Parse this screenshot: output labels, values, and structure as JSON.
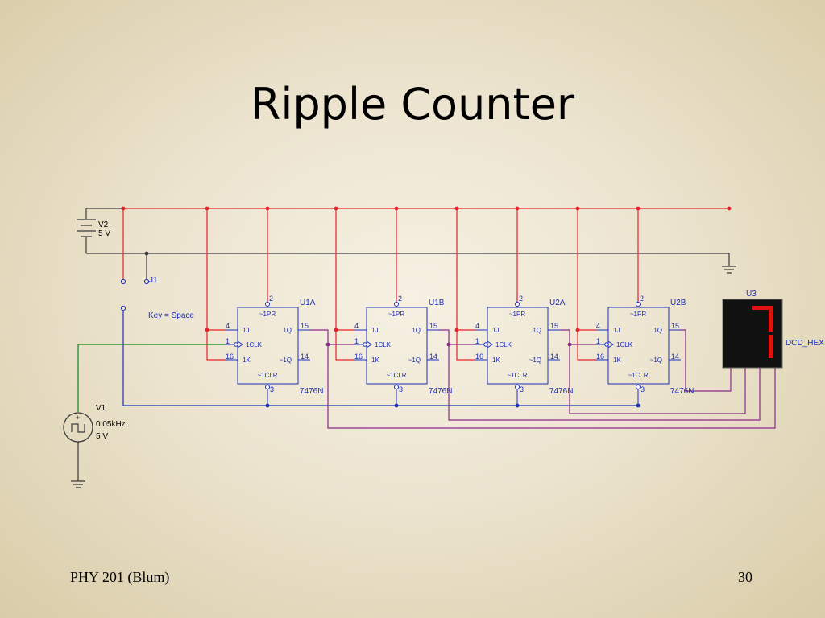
{
  "slide": {
    "title": "Ripple Counter",
    "footer_left": "PHY 201 (Blum)",
    "page_number": "30"
  },
  "colors": {
    "vcc_wire": "#e8222b",
    "ground_wire": "#3b3b3b",
    "clock_wire": "#0a8a1a",
    "output_wire": "#8b2a8b",
    "component_blue": "#1c2fb8",
    "display_segment": "#e01010"
  },
  "circuit": {
    "supply": {
      "ref": "V2",
      "value": "5 V"
    },
    "switch": {
      "ref": "J1",
      "key_label": "Key = Space"
    },
    "clock_source": {
      "ref": "V1",
      "frequency": "0.05kHz",
      "amplitude": "5 V"
    },
    "display": {
      "ref": "U3",
      "part": "DCD_HEX",
      "digit": "7"
    },
    "flipflops": [
      {
        "ref": "U1A",
        "part": "7476N",
        "pin_pr": "2",
        "pin_j": "4",
        "pin_clk": "1",
        "pin_k": "16",
        "pin_q": "15",
        "pin_nq": "14",
        "pin_clr": "3",
        "label_pr": "~1PR",
        "label_j": "1J",
        "label_clk": "1CLK",
        "label_k": "1K",
        "label_q": "1Q",
        "label_nq": "~1Q",
        "label_clr": "~1CLR"
      },
      {
        "ref": "U1B",
        "part": "7476N",
        "pin_pr": "2",
        "pin_j": "4",
        "pin_clk": "1",
        "pin_k": "16",
        "pin_q": "15",
        "pin_nq": "14",
        "pin_clr": "3",
        "label_pr": "~1PR",
        "label_j": "1J",
        "label_clk": "1CLK",
        "label_k": "1K",
        "label_q": "1Q",
        "label_nq": "~1Q",
        "label_clr": "~1CLR"
      },
      {
        "ref": "U2A",
        "part": "7476N",
        "pin_pr": "2",
        "pin_j": "4",
        "pin_clk": "1",
        "pin_k": "16",
        "pin_q": "15",
        "pin_nq": "14",
        "pin_clr": "3",
        "label_pr": "~1PR",
        "label_j": "1J",
        "label_clk": "1CLK",
        "label_k": "1K",
        "label_q": "1Q",
        "label_nq": "~1Q",
        "label_clr": "~1CLR"
      },
      {
        "ref": "U2B",
        "part": "7476N",
        "pin_pr": "2",
        "pin_j": "4",
        "pin_clk": "1",
        "pin_k": "16",
        "pin_q": "15",
        "pin_nq": "14",
        "pin_clr": "3",
        "label_pr": "~1PR",
        "label_j": "1J",
        "label_clk": "1CLK",
        "label_k": "1K",
        "label_q": "1Q",
        "label_nq": "~1Q",
        "label_clr": "~1CLR"
      }
    ]
  }
}
